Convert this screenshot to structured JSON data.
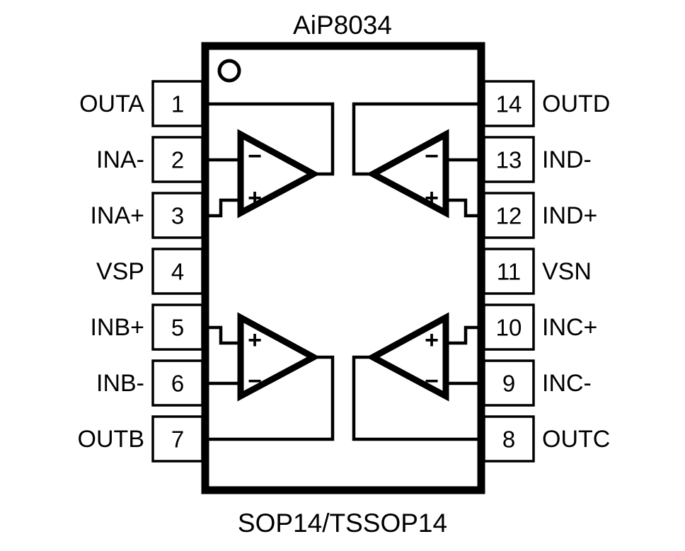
{
  "title": "AiP8034",
  "footer": "SOP14/TSSOP14",
  "package": {
    "marker": "pin1-dot",
    "body_color": "#ffffff",
    "line_color": "#000000"
  },
  "pins": {
    "left": [
      {
        "number": "1",
        "label": "OUTA"
      },
      {
        "number": "2",
        "label": "INA-"
      },
      {
        "number": "3",
        "label": "INA+"
      },
      {
        "number": "4",
        "label": "VSP"
      },
      {
        "number": "5",
        "label": "INB+"
      },
      {
        "number": "6",
        "label": "INB-"
      },
      {
        "number": "7",
        "label": "OUTB"
      }
    ],
    "right": [
      {
        "number": "14",
        "label": "OUTD"
      },
      {
        "number": "13",
        "label": "IND-"
      },
      {
        "number": "12",
        "label": "IND+"
      },
      {
        "number": "11",
        "label": "VSN"
      },
      {
        "number": "10",
        "label": "INC+"
      },
      {
        "number": "9",
        "label": "INC-"
      },
      {
        "number": "8",
        "label": "OUTC"
      }
    ]
  },
  "amplifiers": [
    {
      "id": "A",
      "orientation": "right",
      "top_sign": "−",
      "bottom_sign": "+",
      "inverting_pin": "2",
      "noninverting_pin": "3",
      "output_pin": "1"
    },
    {
      "id": "D",
      "orientation": "left",
      "top_sign": "−",
      "bottom_sign": "+",
      "inverting_pin": "13",
      "noninverting_pin": "12",
      "output_pin": "14"
    },
    {
      "id": "B",
      "orientation": "right",
      "top_sign": "+",
      "bottom_sign": "−",
      "inverting_pin": "6",
      "noninverting_pin": "5",
      "output_pin": "7"
    },
    {
      "id": "C",
      "orientation": "left",
      "top_sign": "+",
      "bottom_sign": "−",
      "inverting_pin": "9",
      "noninverting_pin": "10",
      "output_pin": "8"
    }
  ],
  "supply_pins": {
    "positive": "VSP",
    "negative": "VSN"
  }
}
